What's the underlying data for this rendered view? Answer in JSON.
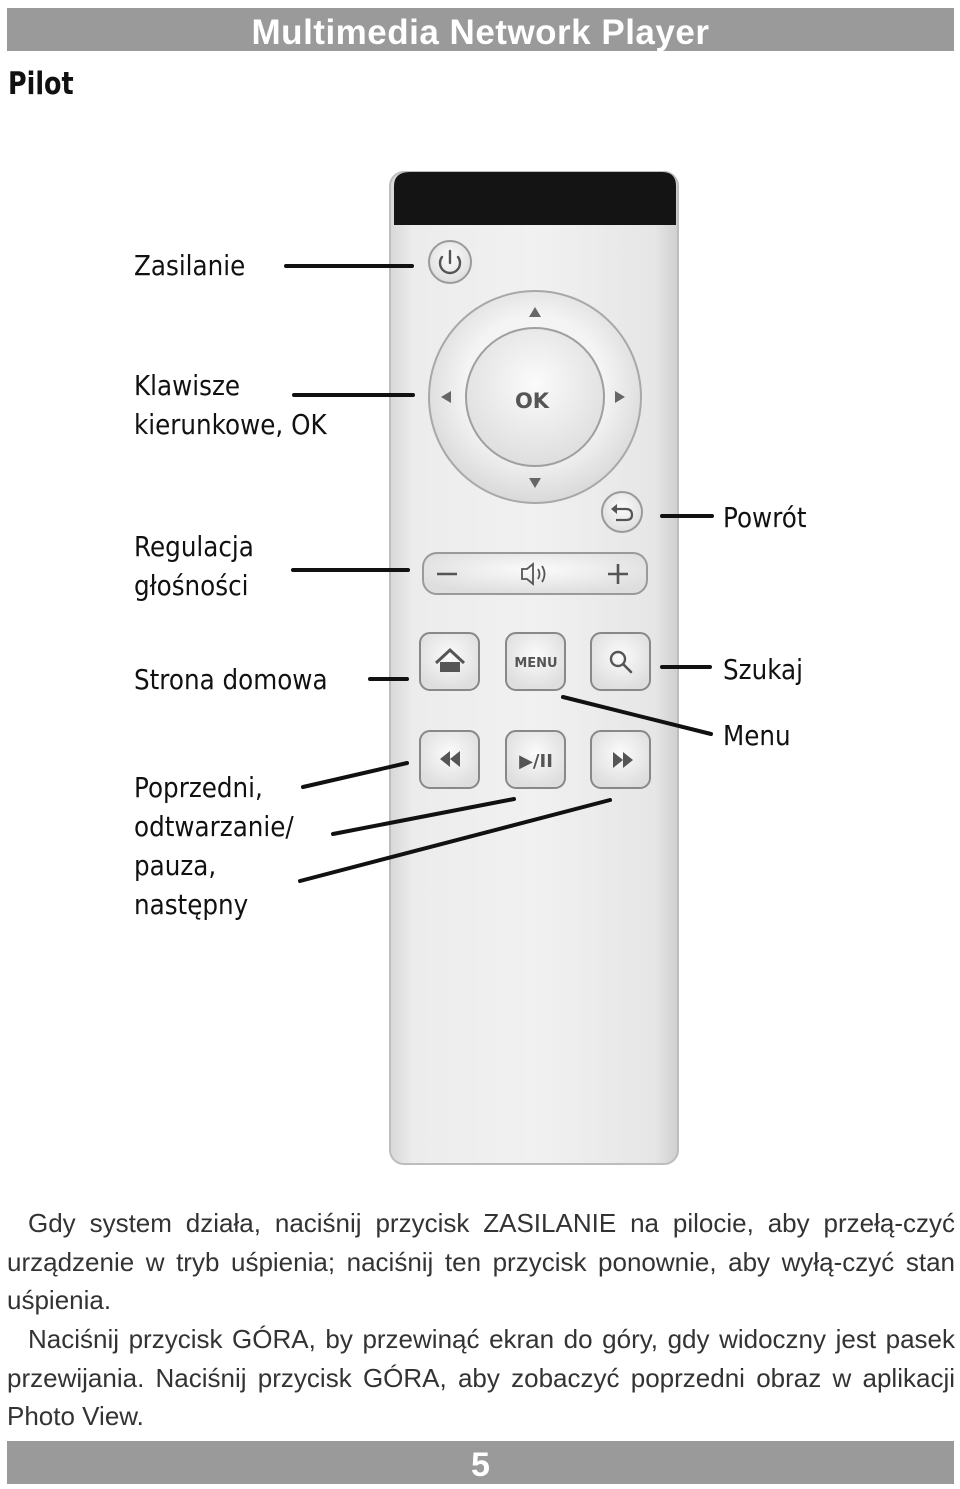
{
  "header": {
    "title": "Multimedia Network Player"
  },
  "section_title": "Pilot",
  "labels": {
    "power": "Zasilanie",
    "directional": "Klawisze\nkierunkowe, OK",
    "back": "Powrót",
    "volume": "Regulacja\ngłośności",
    "home": "Strona domowa",
    "search": "Szukaj",
    "menu": "Menu",
    "playback": "Poprzedni,\nodtwarzanie/\npauza,\nnastępny"
  },
  "remote": {
    "ok_label": "OK",
    "menu_label": "MENU",
    "play_pause_label": "▶/II"
  },
  "body": {
    "paragraph1": "Gdy system działa, naciśnij przycisk ZASILANIE na pilocie, aby przełą-czyć urządzenie w tryb uśpienia; naciśnij ten przycisk ponownie, aby wyłą-czyć stan uśpienia.",
    "paragraph2": "Naciśnij przycisk GÓRA, by przewinąć ekran do góry, gdy widoczny jest pasek przewijania. Naciśnij przycisk GÓRA, aby zobaczyć poprzedni obraz w aplikacji Photo View."
  },
  "footer": {
    "page_number": "5"
  }
}
